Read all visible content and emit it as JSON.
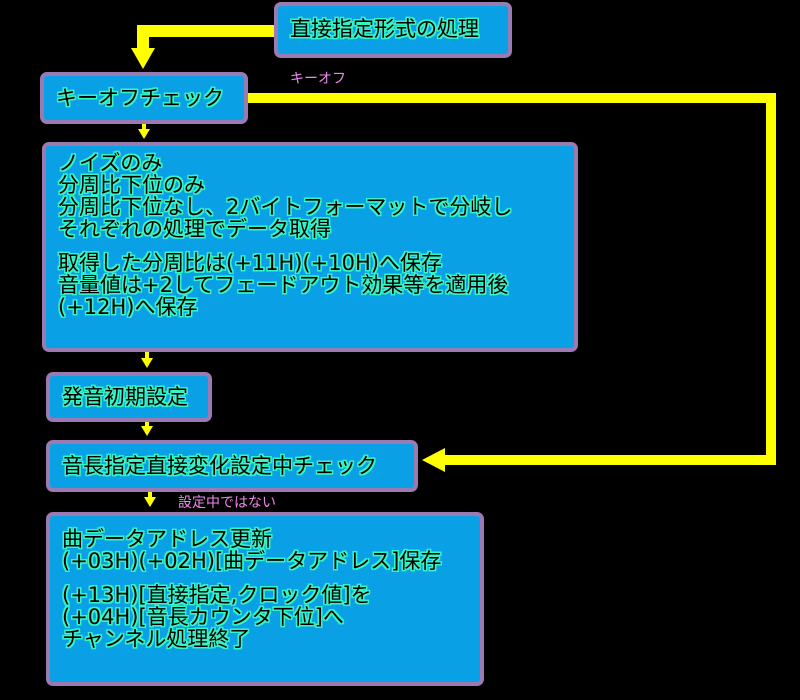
{
  "nodes": {
    "start": "直接指定形式の処理",
    "keyoff": "キーオフチェック",
    "fetch": {
      "lines_a": [
        "ノイズのみ",
        "分周比下位のみ",
        "分周比下位なし、2バイトフォーマットで分岐し",
        "それぞれの処理でデータ取得"
      ],
      "lines_b": [
        "取得した分周比は(+11H)(+10H)へ保存",
        "音量値は+2してフェードアウト効果等を適用後",
        "(+12H)へ保存"
      ]
    },
    "init": "発音初期設定",
    "check": "音長指定直接変化設定中チェック",
    "update": {
      "lines_a": [
        "曲データアドレス更新",
        "(+03H)(+02H)[曲データアドレス]保存"
      ],
      "lines_b": [
        "(+13H)[直接指定,クロック値]を",
        "(+04H)[音長カウンタ下位]へ",
        "チャンネル処理終了"
      ]
    }
  },
  "edge_labels": {
    "keyoff_branch": "キーオフ",
    "not_set": "設定中ではない"
  },
  "colors": {
    "box_fill": "#0aa0e6",
    "box_border": "#9a7ab0",
    "text_outline": "#38f4c4",
    "arrow": "#ffff00",
    "label": "#ee88ee",
    "background": "#000000"
  }
}
